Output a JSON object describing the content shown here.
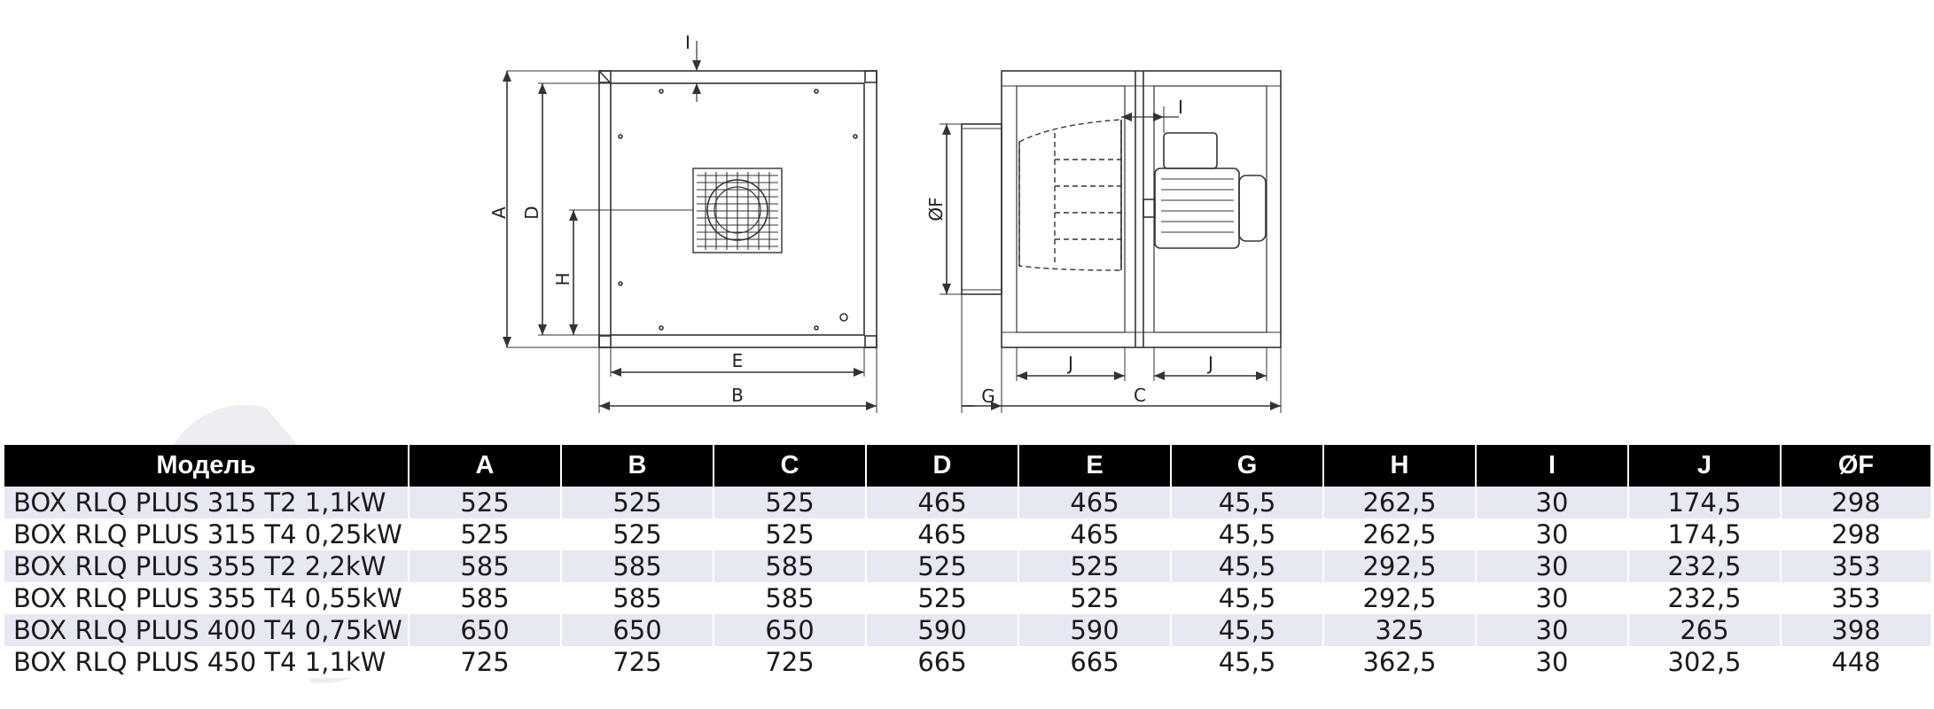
{
  "colors": {
    "header_bg": "#000000",
    "header_text": "#ffffff",
    "row_stripe": "#e6e8f2",
    "line": "#333333"
  },
  "drawing": {
    "front_labels": {
      "A": "A",
      "D": "D",
      "H": "H",
      "I": "I",
      "E": "E",
      "B": "B"
    },
    "side_labels": {
      "F": "ØF",
      "I": "I",
      "J1": "J",
      "J2": "J",
      "G": "G",
      "C": "C"
    }
  },
  "table": {
    "headers": [
      "Модель",
      "A",
      "B",
      "C",
      "D",
      "E",
      "G",
      "H",
      "I",
      "J",
      "ØF"
    ],
    "rows": [
      [
        "BOX RLQ PLUS 315 T2 1,1kW",
        "525",
        "525",
        "525",
        "465",
        "465",
        "45,5",
        "262,5",
        "30",
        "174,5",
        "298"
      ],
      [
        "BOX RLQ PLUS 315 T4 0,25kW",
        "525",
        "525",
        "525",
        "465",
        "465",
        "45,5",
        "262,5",
        "30",
        "174,5",
        "298"
      ],
      [
        "BOX RLQ PLUS 355 T2 2,2kW",
        "585",
        "585",
        "585",
        "525",
        "525",
        "45,5",
        "292,5",
        "30",
        "232,5",
        "353"
      ],
      [
        "BOX RLQ PLUS 355 T4 0,55kW",
        "585",
        "585",
        "585",
        "525",
        "525",
        "45,5",
        "292,5",
        "30",
        "232,5",
        "353"
      ],
      [
        "BOX RLQ PLUS 400 T4 0,75kW",
        "650",
        "650",
        "650",
        "590",
        "590",
        "45,5",
        "325",
        "30",
        "265",
        "398"
      ],
      [
        "BOX RLQ PLUS 450 T4 1,1kW",
        "725",
        "725",
        "725",
        "665",
        "665",
        "45,5",
        "362,5",
        "30",
        "302,5",
        "448"
      ]
    ]
  }
}
